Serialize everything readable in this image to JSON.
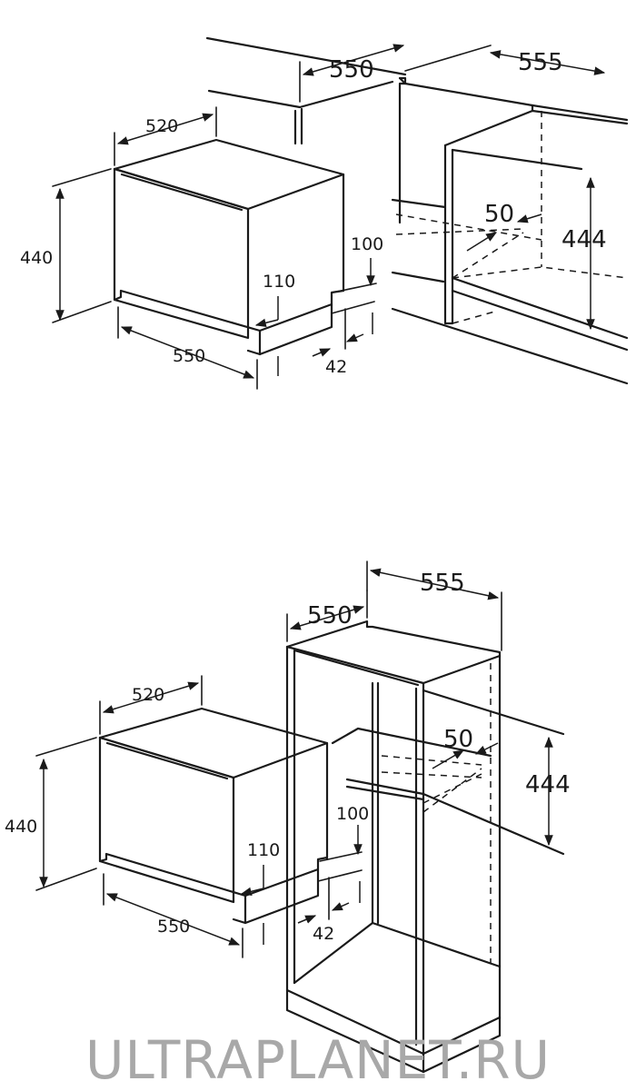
{
  "diagram_top": {
    "appliance_width": "520",
    "appliance_height": "440",
    "appliance_depth": "550",
    "front_offset": "110",
    "bottom_clearance": "100",
    "base_offset": "42",
    "niche_width": "550",
    "niche_depth": "555",
    "niche_height": "444",
    "vent_depth": "50"
  },
  "diagram_bottom": {
    "appliance_width": "520",
    "appliance_height": "440",
    "appliance_depth": "550",
    "front_offset": "110",
    "bottom_clearance": "100",
    "base_offset": "42",
    "niche_width": "550",
    "niche_depth": "555",
    "niche_height": "444",
    "vent_depth": "50"
  },
  "watermark": {
    "text": "ULTRAPLANET.RU",
    "color": "#a8a8a8"
  }
}
